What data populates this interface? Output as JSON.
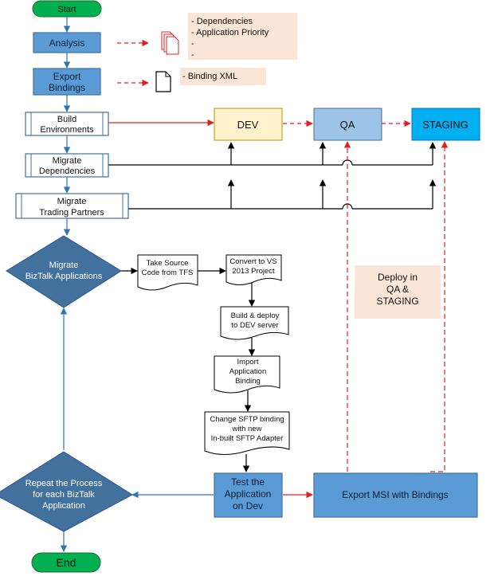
{
  "nodes": {
    "start": "Start",
    "analysis": "Analysis",
    "export_bindings": [
      "Export",
      "Bindings"
    ],
    "build_env": [
      "Build",
      "Environments"
    ],
    "migrate_deps": [
      "Migrate",
      "Dependencies"
    ],
    "migrate_partners": [
      "Migrate",
      "Trading Partners"
    ],
    "migrate_biztalk": [
      "Migrate",
      "BizTalk Applications"
    ],
    "take_source": [
      "Take Source",
      "Code from TFS"
    ],
    "convert_vs": [
      "Convert to VS",
      "2013 Project"
    ],
    "build_deploy": [
      "Build & deploy",
      "to DEV server"
    ],
    "import_binding": [
      "Import",
      "Application",
      "Binding"
    ],
    "change_sftp": [
      "Change SFTP binding",
      "with new",
      "In-built SFTP Adapter"
    ],
    "test_app": [
      "Test the",
      "Application",
      "on Dev"
    ],
    "export_msi": "Export MSI with Bindings",
    "repeat": [
      "Repeat the Process",
      "for each BizTalk",
      "Application"
    ],
    "end": "End",
    "dev": "DEV",
    "qa": "QA",
    "staging": "STAGING",
    "deploy_note": [
      "Deploy in",
      "QA &",
      "STAGING"
    ]
  },
  "notes": {
    "analysis_items": [
      "- Dependencies",
      "- Application Priority",
      "-",
      "-"
    ],
    "binding_items": [
      "- Binding XML"
    ]
  },
  "colors": {
    "blue_box": "#5b9bd5",
    "dark_blue": "#41719c",
    "start_green": "#00b050",
    "dev_fill": "#fff2cc",
    "qa_fill": "#9dc3e6",
    "staging_fill": "#00b0f0",
    "note_fill": "#fbe5d6",
    "red": "#e02020"
  }
}
